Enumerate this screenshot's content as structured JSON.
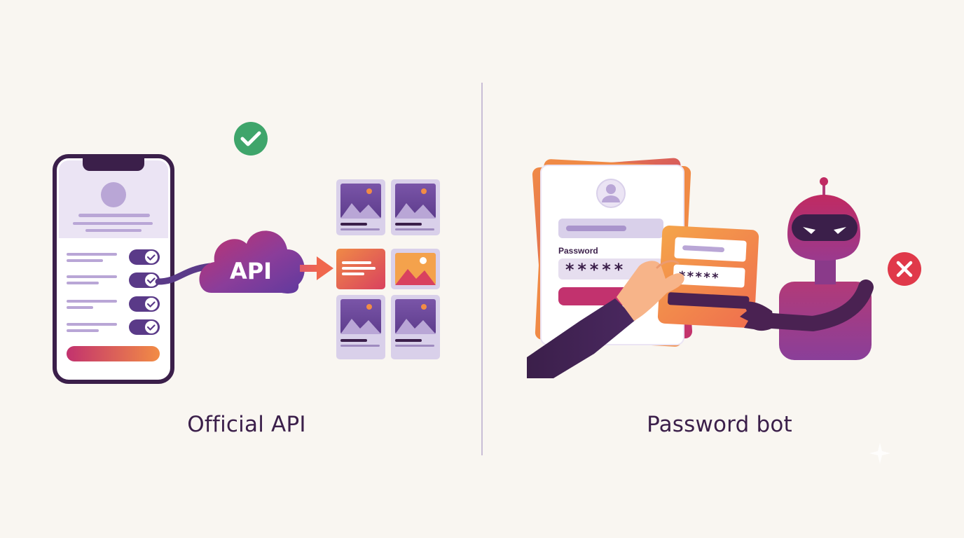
{
  "left_panel": {
    "caption": "Official API",
    "cloud_label": "API",
    "status_icon": "check-circle-icon",
    "status_color": "#3fa56b"
  },
  "right_panel": {
    "caption": "Password bot",
    "form_label": "Password",
    "password_mask": "*****",
    "card_mask": "*****",
    "status_icon": "x-circle-icon",
    "status_color": "#e0394a"
  },
  "colors": {
    "background": "#f9f6f1",
    "dark_purple": "#3b1f4a",
    "purple": "#7b4fa0",
    "lavender": "#d9d0ea",
    "magenta": "#c2326e",
    "orange": "#f28c45"
  }
}
